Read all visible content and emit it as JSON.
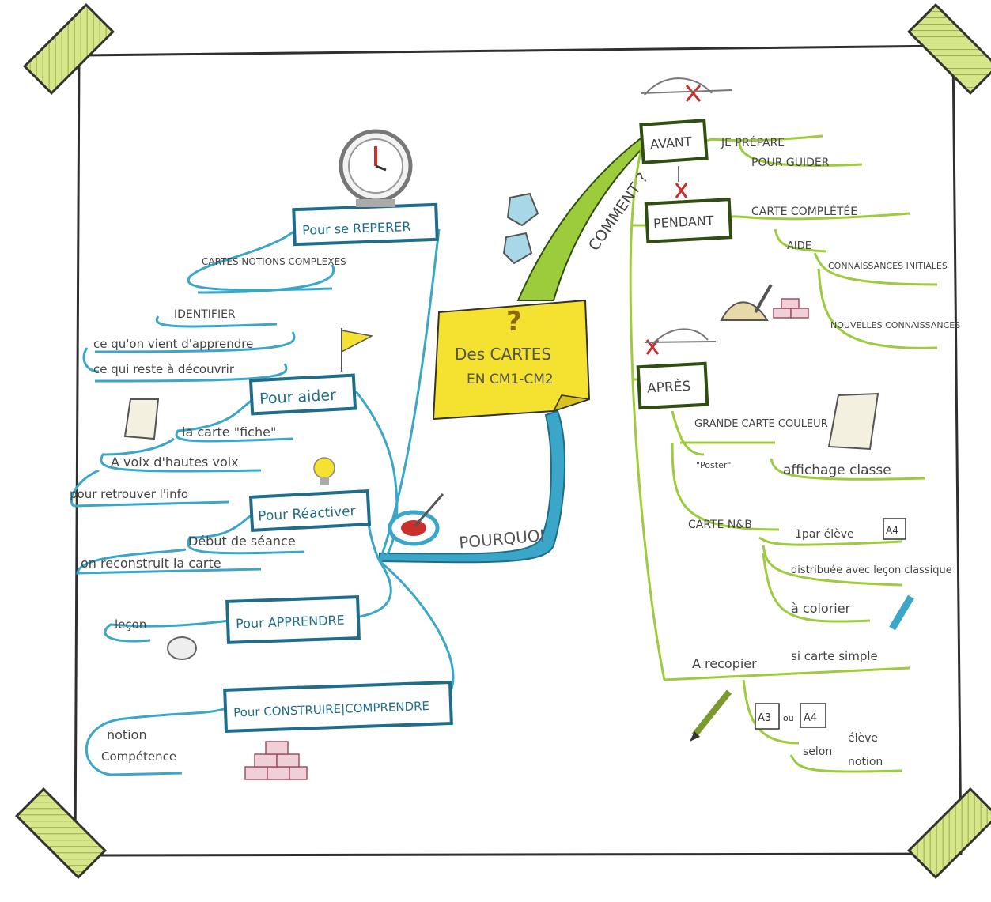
{
  "colors": {
    "blue": "#3aa6c8",
    "blue_dark": "#1f6d8a",
    "green": "#9ccc3c",
    "green_dark": "#5b8a1a",
    "tape": "#d6e68a",
    "sticky": "#f5e12f",
    "ink": "#3a3a3a",
    "red": "#c9302c"
  },
  "center": {
    "question_mark": "?",
    "line1": "Des CARTES",
    "line2": "EN CM1-CM2"
  },
  "left": {
    "pourquoi": "POURQUOI",
    "reperer": {
      "label": "Pour se REPERER",
      "items": [
        "CARTES NOTIONS COMPLEXES",
        "IDENTIFIER",
        "ce qu'on vient d'apprendre",
        "ce qui reste à découvrir"
      ]
    },
    "aider": {
      "label": "Pour aider",
      "items": [
        "la carte \"fiche\"",
        "A voix d'hautes voix",
        "pour retrouver l'info"
      ]
    },
    "reactiver": {
      "label": "Pour Réactiver",
      "items": [
        "Début de séance",
        "on reconstruit la carte"
      ]
    },
    "apprendre": {
      "label": "Pour APPRENDRE",
      "items": [
        "leçon"
      ]
    },
    "construire": {
      "label": "Pour CONSTRUIRE|COMPRENDRE",
      "items": [
        "notion",
        "Compétence"
      ]
    }
  },
  "right": {
    "comment": "COMMENT ?",
    "avant": {
      "label": "AVANT",
      "items": [
        "JE PRÉPARE",
        "POUR GUIDER"
      ]
    },
    "pendant": {
      "label": "PENDANT",
      "items": [
        "CARTE COMPLÉTÉE",
        "AIDE",
        "CONNAISSANCES INITIALES",
        "NOUVELLES CONNAISSANCES"
      ]
    },
    "apres": {
      "label": "APRÈS",
      "items": [
        "GRANDE CARTE COULEUR",
        "\"Poster\"",
        "affichage classe",
        "CARTE N&B",
        "1par élève",
        "A4",
        "distribuée avec leçon classique",
        "à colorier",
        "A recopier",
        "si carte simple",
        "A3",
        "ou",
        "A4",
        "selon",
        "élève",
        "notion"
      ]
    }
  },
  "icons": [
    "clock-icon",
    "flag-icon",
    "scroll-icon",
    "lightbulb-icon",
    "target-icon",
    "dart-icon",
    "puzzle-icon",
    "bricks-icon",
    "trowel-icon",
    "pencil-icon",
    "marker-icon",
    "tape-icon"
  ]
}
